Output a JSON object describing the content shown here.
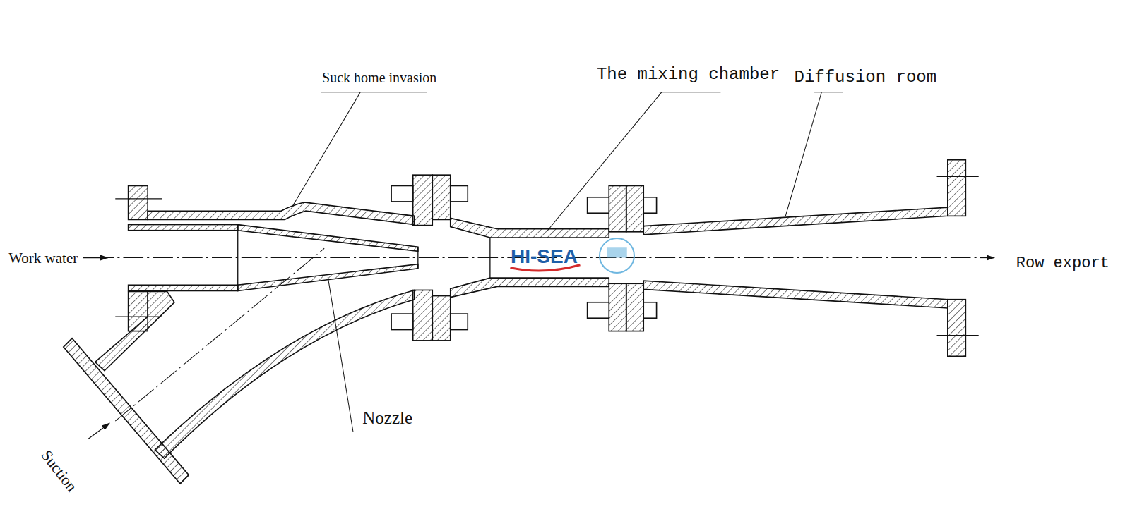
{
  "diagram": {
    "labels": [
      "Suck home invasion",
      "The mixing chamber",
      "Diffusion room",
      "Work water",
      "Nozzle",
      "Row export",
      "Suction",
      "HI-SEA"
    ]
  }
}
